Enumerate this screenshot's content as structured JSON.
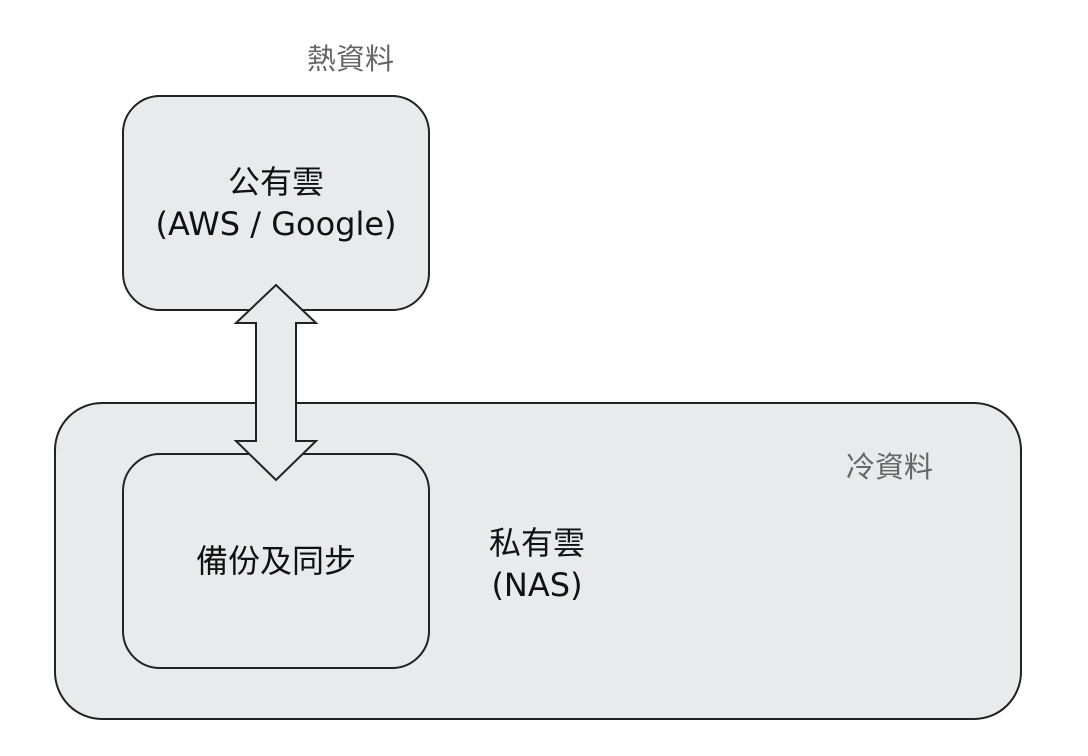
{
  "labels": {
    "hot_data": "熱資料",
    "cold_data": "冷資料"
  },
  "public_cloud": {
    "title": "公有雲",
    "subtitle": "(AWS / Google)"
  },
  "private_cloud": {
    "title": "私有雲",
    "subtitle": "(NAS)"
  },
  "backup_sync": {
    "title": "備份及同步"
  },
  "colors": {
    "box_fill": "#e8eaeb",
    "border": "#222222",
    "muted_text": "#666666"
  }
}
